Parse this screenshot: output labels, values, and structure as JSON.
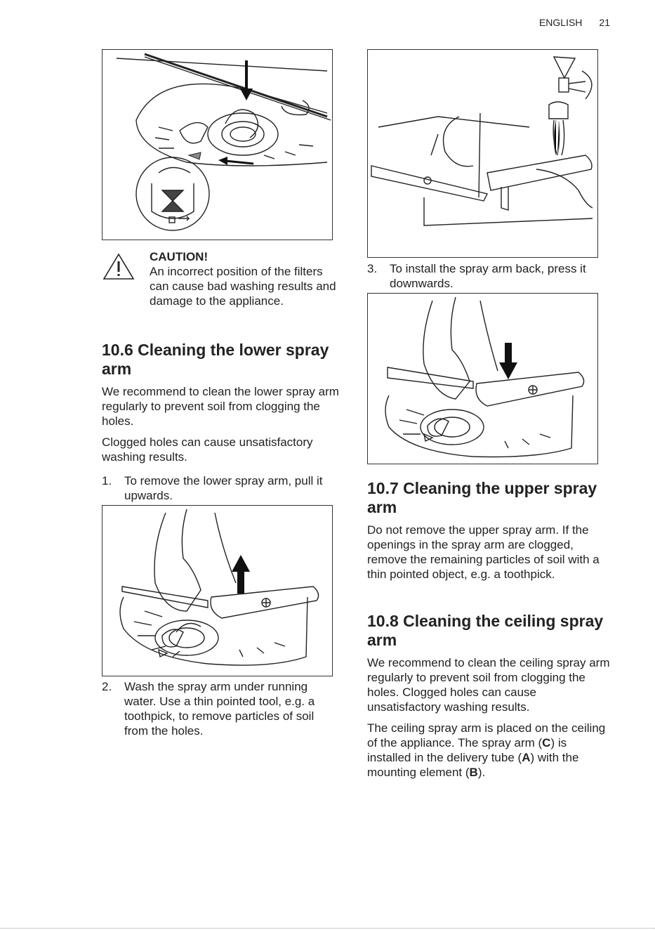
{
  "header": {
    "language": "ENGLISH",
    "page_number": "21"
  },
  "caution": {
    "title": "CAUTION!",
    "text": "An incorrect position of the filters can cause bad washing results and damage to the appliance."
  },
  "section_10_6": {
    "heading": "10.6 Cleaning the lower spray arm",
    "para1": "We recommend to clean the lower spray arm regularly to prevent soil from clogging the holes.",
    "para2": "Clogged holes can cause unsatisfactory washing results.",
    "steps": [
      {
        "num": "1.",
        "text": "To remove the lower spray arm, pull it upwards."
      },
      {
        "num": "2.",
        "text": "Wash the spray arm under running water. Use a thin pointed tool, e.g. a toothpick, to remove particles of soil from the holes."
      },
      {
        "num": "3.",
        "text": "To install the spray arm back, press it downwards."
      }
    ]
  },
  "section_10_7": {
    "heading": "10.7 Cleaning the upper spray arm",
    "para1": "Do not remove the upper spray arm. If the openings in the spray arm are clogged, remove the remaining particles of soil with a thin pointed object, e.g. a toothpick."
  },
  "section_10_8": {
    "heading": "10.8 Cleaning the ceiling spray arm",
    "para1": "We recommend to clean the ceiling spray arm regularly to prevent soil from clogging the holes. Clogged holes can cause unsatisfactory washing results.",
    "para2_a": "The ceiling spray arm is placed on the ceiling of the appliance. The spray arm (",
    "label_c": "C",
    "para2_b": ") is installed in the delivery tube (",
    "label_a": "A",
    "para2_c": ") with the mounting element (",
    "label_b": "B",
    "para2_d": ")."
  },
  "figures": [
    {
      "id": "filter-install",
      "icon": "filter-rotate-illustration"
    },
    {
      "id": "spray-arm-remove",
      "icon": "spray-arm-pull-up-illustration"
    },
    {
      "id": "spray-arm-wash",
      "icon": "spray-arm-under-tap-illustration"
    },
    {
      "id": "spray-arm-install",
      "icon": "spray-arm-press-down-illustration"
    }
  ],
  "colors": {
    "text": "#222222",
    "line": "#333333"
  }
}
